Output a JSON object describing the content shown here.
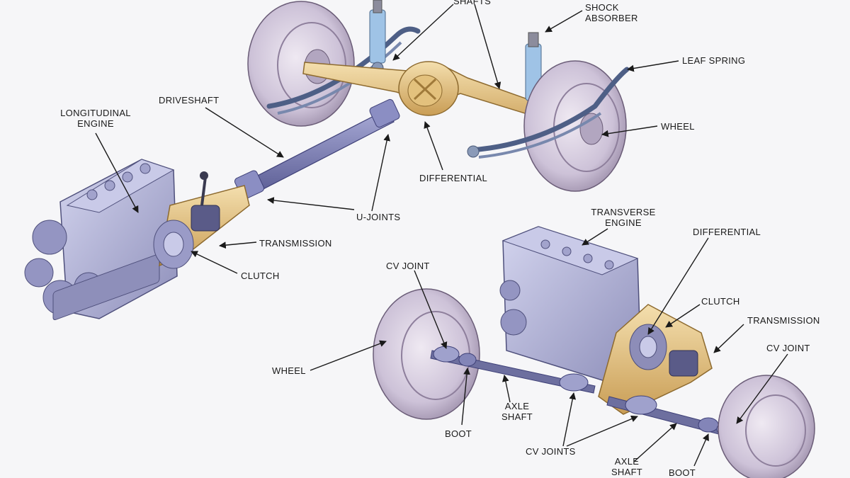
{
  "labels": {
    "shafts": "SHAFTS",
    "shock_absorber": [
      "SHOCK",
      "ABSORBER"
    ],
    "leaf_spring": "LEAF SPRING",
    "wheel_rear": "WHEEL",
    "driveshaft": "DRIVESHAFT",
    "longitudinal_engine": [
      "LONGITUDINAL",
      "ENGINE"
    ],
    "differential_rear": "DIFFERENTIAL",
    "u_joints": "U-JOINTS",
    "transmission_rear": "TRANSMISSION",
    "clutch_rear": "CLUTCH",
    "transverse_engine": [
      "TRANSVERSE",
      "ENGINE"
    ],
    "differential_front": "DIFFERENTIAL",
    "clutch_front": "CLUTCH",
    "transmission_front": "TRANSMISSION",
    "cv_joint_left": "CV JOINT",
    "cv_joint_right": "CV JOINT",
    "wheel_front": "WHEEL",
    "axle_shaft_left": [
      "AXLE",
      "SHAFT"
    ],
    "boot_left": "BOOT",
    "cv_joints": "CV JOINTS",
    "axle_shaft_right": [
      "AXLE",
      "SHAFT"
    ],
    "boot_right": "BOOT"
  },
  "colors": {
    "wheel": "#c9bfd2",
    "wheel_dark": "#9e90ab",
    "axle_housing": "#e9c98a",
    "spring_steel": "#6d7fa6",
    "shock_blue": "#9fc3e6",
    "engine": "#b4b5d8",
    "engine_dark": "#7f80a8",
    "driveshaft": "#7d80b8",
    "leader": "#1a1a1a"
  }
}
